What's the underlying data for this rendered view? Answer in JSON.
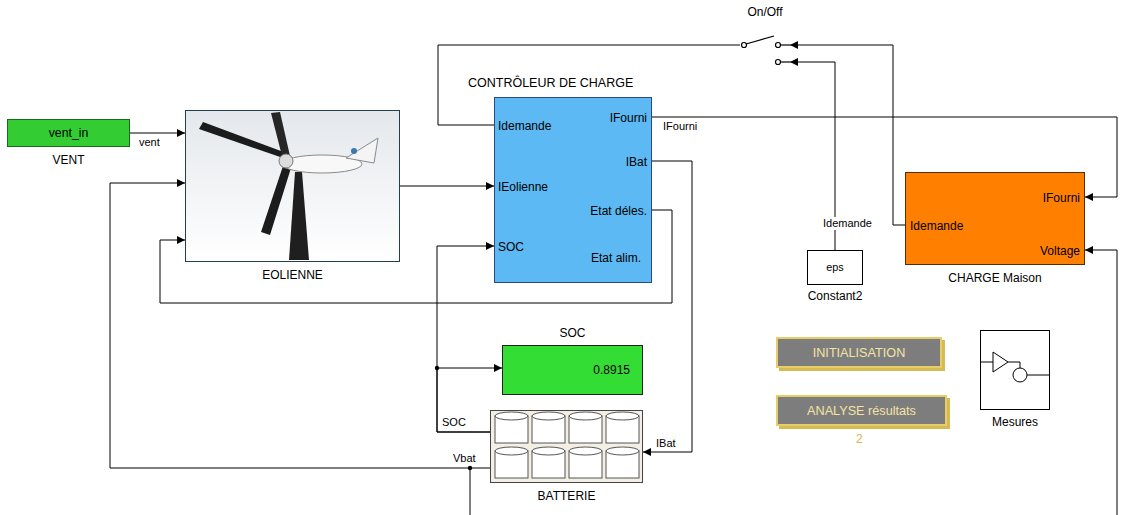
{
  "diagram": {
    "nodes": [
      {
        "text": [
          "vent_in",
          "VENT"
        ]
      },
      {
        "text": [
          "EOLIENNE"
        ]
      },
      {
        "text": [
          "CONTRÔLEUR DE CHARGE",
          "Idemande",
          "IEolienne",
          "SOC",
          "IFourni",
          "IBat",
          "Etat déles.",
          "Etat alim."
        ]
      },
      {
        "text": [
          "On/Off"
        ]
      },
      {
        "text": [
          "SOC",
          "0.8915"
        ]
      },
      {
        "text": [
          "BATTERIE"
        ]
      },
      {
        "text": [
          "Idemande",
          "IFourni",
          "Voltage",
          "CHARGE Maison"
        ]
      },
      {
        "text": [
          "eps",
          "Constant2"
        ]
      },
      {
        "text": [
          "INITIALISATION"
        ]
      },
      {
        "text": [
          "ANALYSE résultats"
        ]
      },
      {
        "text": [
          "Mesures"
        ]
      }
    ],
    "edges": [
      {
        "from": 0,
        "to": 1,
        "label": "vent",
        "arrow": "to"
      },
      {
        "from": 1,
        "to": 2,
        "arrow": "to"
      },
      {
        "from": 2,
        "to": 1,
        "arrow": "to"
      },
      {
        "from": 2,
        "to": 6,
        "label": "IFourni",
        "arrow": "to"
      },
      {
        "from": 2,
        "to": 5,
        "label": "IBat",
        "arrow": "to"
      },
      {
        "from": 5,
        "to": 2,
        "label": "SOC",
        "arrow": "to"
      },
      {
        "from": 5,
        "to": 4,
        "arrow": "to"
      },
      {
        "from": 5,
        "to": 1,
        "label": "Vbat",
        "arrow": "to"
      },
      {
        "from": 6,
        "to": 3,
        "label": "Idemande",
        "arrow": "to"
      },
      {
        "from": 7,
        "to": 3,
        "arrow": "to"
      },
      {
        "from": 3,
        "to": 2,
        "arrow": "to"
      }
    ],
    "labels": [
      "2"
    ]
  }
}
